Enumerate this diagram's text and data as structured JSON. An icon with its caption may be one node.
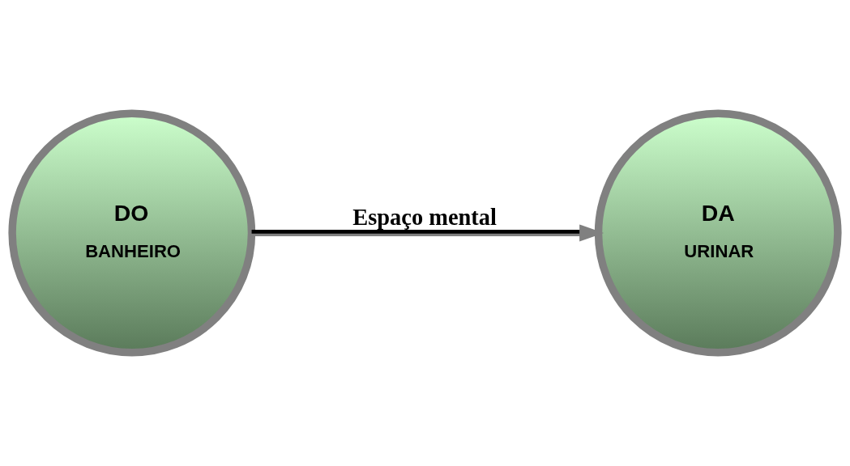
{
  "diagram": {
    "nodes": [
      {
        "text": [
          "DO",
          "BANHEIRO"
        ]
      },
      {
        "text": [
          "DA",
          "URINAR"
        ]
      }
    ],
    "edges": [
      {
        "from": 0,
        "to": 1,
        "arrow": "to",
        "label": "Espaço mental"
      }
    ]
  }
}
